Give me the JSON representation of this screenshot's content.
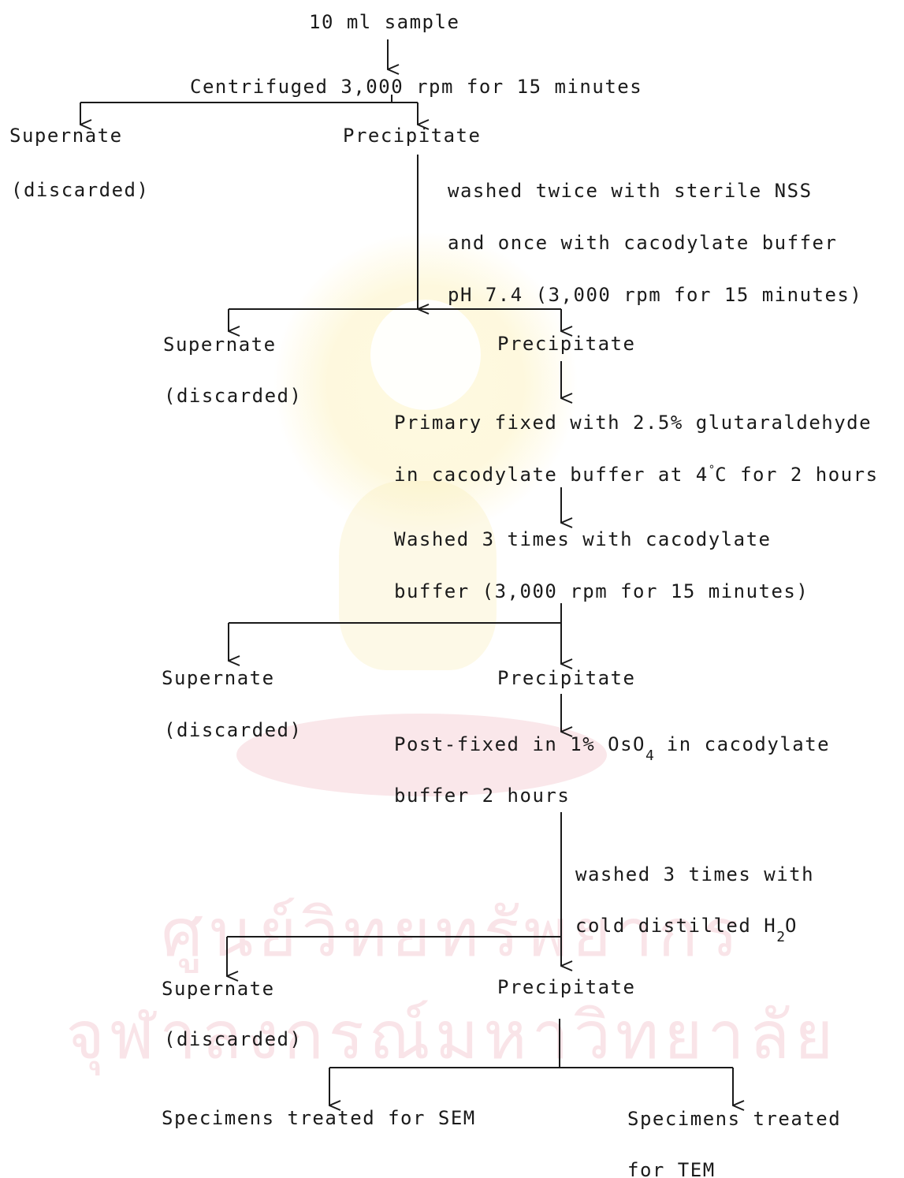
{
  "watermark": {
    "line1": "ศูนย์วิทยทรัพยากร",
    "line2": "จุฬาลงกรณ์มหาวิทยาลัย"
  },
  "flow": {
    "start": "10 ml sample",
    "centrifuge": "Centrifuged 3,000 rpm for 15 minutes",
    "stage1": {
      "supernate": "Supernate",
      "discarded": "(discarded)",
      "precipitate": "Precipitate"
    },
    "wash1": {
      "line1": "washed twice with sterile NSS",
      "line2": "and once with cacodylate buffer",
      "line3": "pH 7.4 (3,000 rpm for 15 minutes)"
    },
    "stage2": {
      "supernate": "Supernate",
      "discarded": "(discarded)",
      "precipitate": "Precipitate"
    },
    "primary_fix": {
      "line1": "Primary fixed with 2.5% glutaraldehyde",
      "line2_pre": "in cacodylate buffer at 4",
      "degree": "°",
      "line2_post": "C for 2 hours"
    },
    "wash2": {
      "line1": "Washed 3 times with cacodylate",
      "line2": "buffer (3,000 rpm for 15 minutes)"
    },
    "stage3": {
      "supernate": "Supernate",
      "discarded": "(discarded)",
      "precipitate": "Precipitate"
    },
    "post_fix": {
      "line1_pre": "Post-fixed in 1% OsO",
      "line1_sub": "4",
      "line1_post": " in cacodylate",
      "line2": "buffer 2 hours"
    },
    "wash3": {
      "line1": "washed 3 times with",
      "line2_pre": "cold distilled H",
      "line2_sub": "2",
      "line2_post": "O"
    },
    "stage4": {
      "supernate": "Supernate",
      "discarded": "(discarded)",
      "precipitate": "Precipitate"
    },
    "outputs": {
      "sem": "Specimens treated for SEM",
      "tem_line1": "Specimens treated",
      "tem_line2": "for TEM"
    }
  }
}
